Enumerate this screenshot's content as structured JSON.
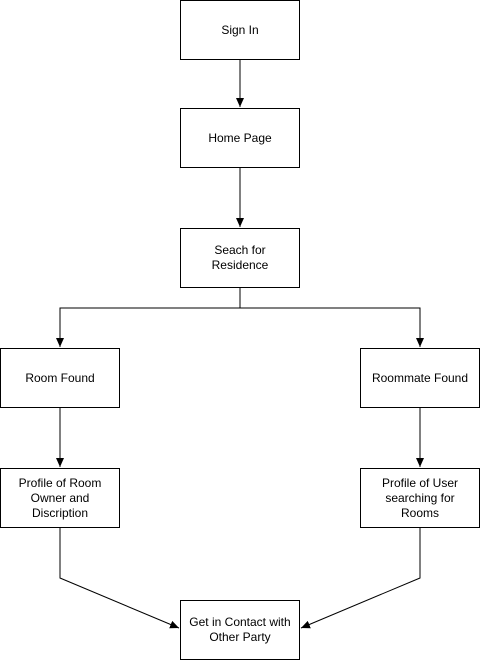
{
  "nodes": {
    "sign_in": "Sign In",
    "home_page": "Home Page",
    "search": "Seach for Residence",
    "room_found": "Room Found",
    "roommate_found": "Roommate Found",
    "profile_room_owner": "Profile of Room Owner and Discription",
    "profile_user": "Profile of User searching for Rooms",
    "contact": "Get in Contact with Other Party"
  },
  "colors": {
    "stroke": "#000000",
    "fill": "#ffffff"
  }
}
